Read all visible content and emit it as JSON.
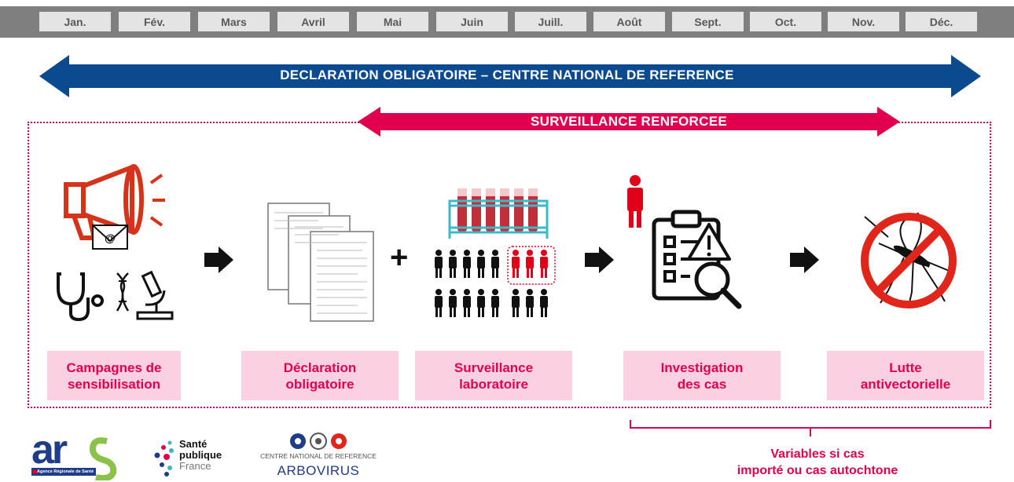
{
  "months": [
    "Jan.",
    "Fév.",
    "Mars",
    "Avril",
    "Mai",
    "Juin",
    "Juill.",
    "Août",
    "Sept.",
    "Oct.",
    "Nov.",
    "Déc."
  ],
  "arrows": {
    "declaration": "DECLARATION OBLIGATOIRE – CENTRE NATIONAL DE REFERENCE",
    "surveillance": "SURVEILLANCE RENFORCEE"
  },
  "steps": [
    {
      "line1": "Campagnes de",
      "line2": "sensibilisation"
    },
    {
      "line1": "Déclaration",
      "line2": "obligatoire"
    },
    {
      "line1": "Surveillance",
      "line2": "laboratoire"
    },
    {
      "line1": "Investigation",
      "line2": "des cas"
    },
    {
      "line1": "Lutte",
      "line2": "antivectorielle"
    }
  ],
  "connector_plus": "+",
  "variables_note": {
    "line1": "Variables si cas",
    "line2": "importé ou cas autochtone"
  },
  "logos": {
    "ars_subtitle": "Agence Régionale de Santé",
    "spf_line1": "Santé",
    "spf_line2": "publique",
    "spf_line3": "France",
    "cnr_line1": "CENTRE NATIONAL DE REFERENCE",
    "cnr_line2": "ARBOVIRUS"
  },
  "colors": {
    "navy": "#0b4a8f",
    "crimson": "#e0004d",
    "pink_box": "#fbd0e0",
    "megaphone": "#d5341c",
    "gray_bar": "#7f7f7f"
  }
}
